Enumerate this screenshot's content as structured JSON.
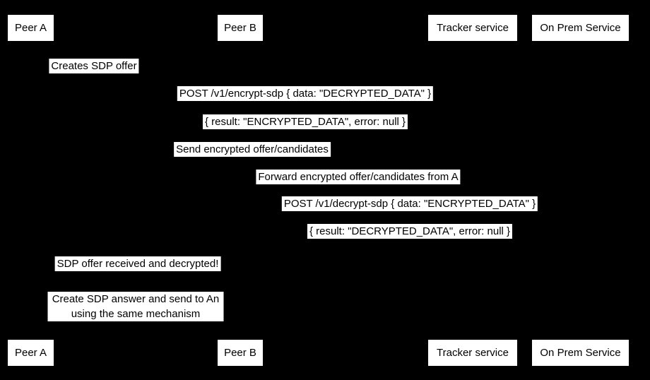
{
  "colors": {
    "background": "#000000",
    "label_background": "#ffffff",
    "label_text": "#000000"
  },
  "participants": [
    {
      "label": "Peer A"
    },
    {
      "label": "Peer B"
    },
    {
      "label": "Tracker service"
    },
    {
      "label": "On Prem Service"
    }
  ],
  "messages": [
    {
      "text": "Creates SDP offer"
    },
    {
      "text": "POST /v1/encrypt-sdp { data: \"DECRYPTED_DATA\" }"
    },
    {
      "text": "{ result: \"ENCRYPTED_DATA\", error: null }"
    },
    {
      "text": "Send encrypted offer/candidates"
    },
    {
      "text": "Forward encrypted offer/candidates from A"
    },
    {
      "text": "POST /v1/decrypt-sdp { data: \"ENCRYPTED_DATA\" }"
    },
    {
      "text": "{ result: \"DECRYPTED_DATA\", error: null }"
    },
    {
      "text": "SDP offer received and decrypted!"
    }
  ],
  "note": {
    "text": "Create SDP answer and send to An\nusing the same mechanism"
  }
}
